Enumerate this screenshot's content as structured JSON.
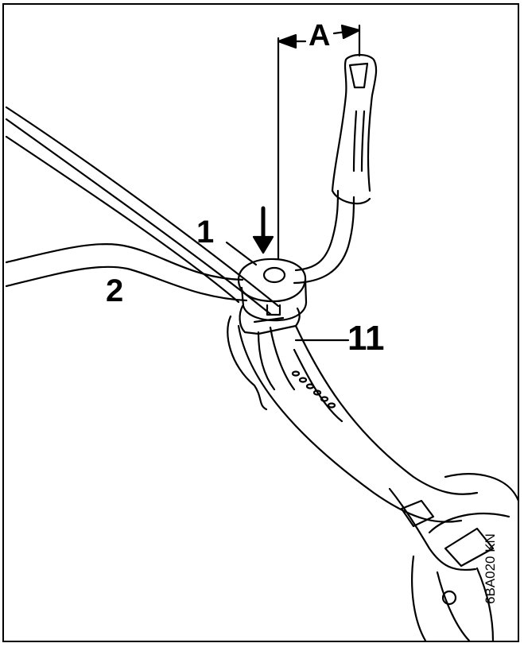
{
  "labels": {
    "dimension": "A",
    "handle_clamp": "1",
    "handlebar": "2",
    "clamp_bracket": "11"
  },
  "figure_code": "6BA020 KN",
  "colors": {
    "line": "#000000",
    "background": "#ffffff",
    "shade": "#555555"
  }
}
